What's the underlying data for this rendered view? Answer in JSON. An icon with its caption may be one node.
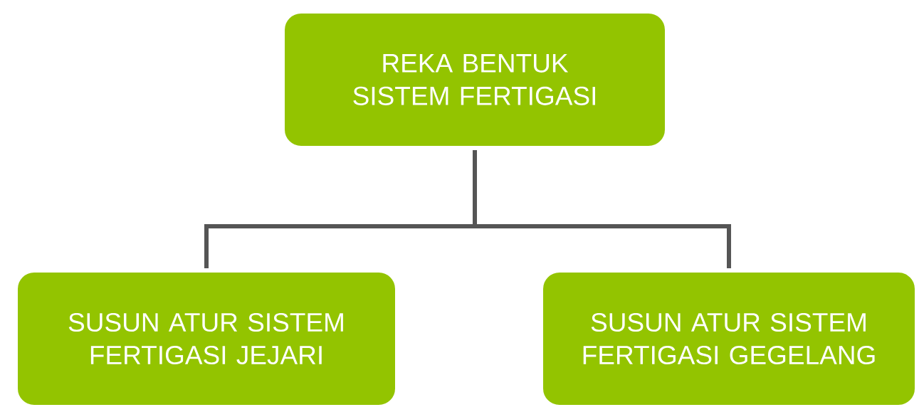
{
  "diagram": {
    "nodes": [
      {
        "text": [
          "REKA BENTUK SISTEM FERTIGASI"
        ]
      },
      {
        "text": [
          "SUSUN ATUR SISTEM FERTIGASI JEJARI"
        ]
      },
      {
        "text": [
          "SUSUN ATUR SISTEM FERTIGASI GEGELANG"
        ]
      }
    ],
    "edges": [
      {
        "from": 0,
        "to": 1,
        "arrow": "none"
      },
      {
        "from": 0,
        "to": 2,
        "arrow": "none"
      }
    ]
  }
}
